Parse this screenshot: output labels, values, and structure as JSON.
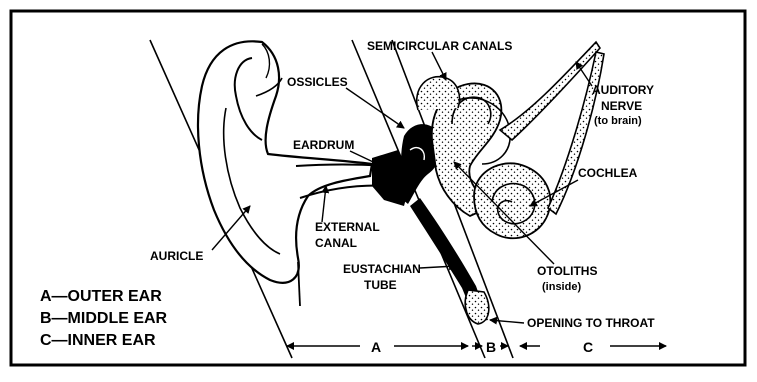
{
  "labels": {
    "semicircular": "SEMICIRCULAR CANALS",
    "ossicles": "OSSICLES",
    "auditory_1": "AUDITORY",
    "auditory_2": "NERVE",
    "auditory_3": "(to brain)",
    "eardrum": "EARDRUM",
    "cochlea": "COCHLEA",
    "external_1": "EXTERNAL",
    "external_2": "CANAL",
    "auricle": "AURICLE",
    "eustachian_1": "EUSTACHIAN",
    "eustachian_2": "TUBE",
    "otoliths_1": "OTOLITHS",
    "otoliths_2": "(inside)",
    "throat": "OPENING TO THROAT"
  },
  "legend": {
    "a": "A—OUTER EAR",
    "b": "B—MIDDLE EAR",
    "c": "C—INNER EAR"
  },
  "sections": {
    "a": "A",
    "b": "B",
    "c": "C"
  }
}
